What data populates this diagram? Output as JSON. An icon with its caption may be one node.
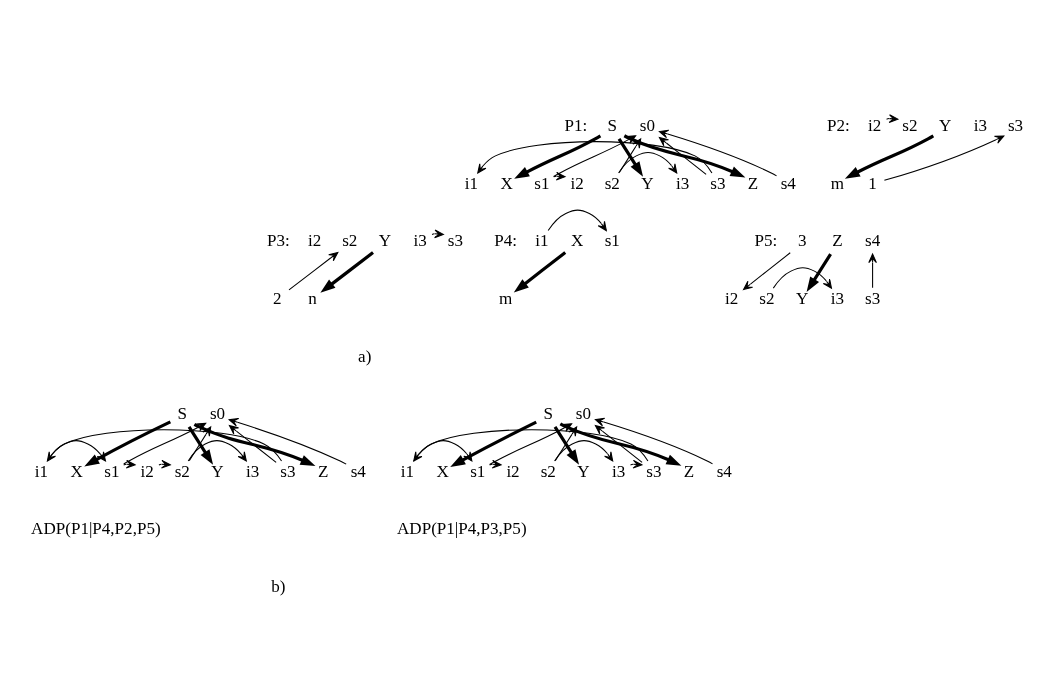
{
  "diagram": {
    "nodes": [
      {
        "text": [
          "S"
        ]
      },
      {
        "text": [
          "s0"
        ]
      },
      {
        "text": [
          "i1"
        ]
      },
      {
        "text": [
          "X"
        ]
      },
      {
        "text": [
          "s1"
        ]
      },
      {
        "text": [
          "i2"
        ]
      },
      {
        "text": [
          "s2"
        ]
      },
      {
        "text": [
          "Y"
        ]
      },
      {
        "text": [
          "i3"
        ]
      },
      {
        "text": [
          "s3"
        ]
      },
      {
        "text": [
          "Z"
        ]
      },
      {
        "text": [
          "s4"
        ]
      },
      {
        "text": [
          "i2"
        ]
      },
      {
        "text": [
          "s2"
        ]
      },
      {
        "text": [
          "Y"
        ]
      },
      {
        "text": [
          "m"
        ]
      },
      {
        "text": [
          "s3"
        ]
      },
      {
        "text": [
          "1"
        ]
      },
      {
        "text": [
          "s2"
        ]
      },
      {
        "text": [
          "Y"
        ]
      },
      {
        "text": [
          "i3"
        ]
      },
      {
        "text": [
          "s3"
        ]
      },
      {
        "text": [
          "2"
        ]
      },
      {
        "text": [
          "n"
        ]
      },
      {
        "text": [
          "i1"
        ]
      },
      {
        "text": [
          "X"
        ]
      },
      {
        "text": [
          "s1"
        ]
      },
      {
        "text": [
          "m"
        ]
      },
      {
        "text": [
          "Z"
        ]
      },
      {
        "text": [
          "s4"
        ]
      },
      {
        "text": [
          "3"
        ]
      },
      {
        "text": [
          "i2"
        ]
      },
      {
        "text": [
          "s2"
        ]
      },
      {
        "text": [
          "Y"
        ]
      },
      {
        "text": [
          "i3"
        ]
      },
      {
        "text": [
          "s3"
        ]
      },
      {
        "text": [
          "S"
        ]
      },
      {
        "text": [
          "s0"
        ]
      },
      {
        "text": [
          "i1"
        ]
      },
      {
        "text": [
          "X"
        ]
      },
      {
        "text": [
          "s1"
        ]
      },
      {
        "text": [
          "i2"
        ]
      },
      {
        "text": [
          "s2"
        ]
      },
      {
        "text": [
          "Y"
        ]
      },
      {
        "text": [
          "i3"
        ]
      },
      {
        "text": [
          "s3"
        ]
      },
      {
        "text": [
          "Z"
        ]
      },
      {
        "text": [
          "s4"
        ]
      },
      {
        "text": [
          "S"
        ]
      },
      {
        "text": [
          "s0"
        ]
      },
      {
        "text": [
          "i1"
        ]
      },
      {
        "text": [
          "X"
        ]
      },
      {
        "text": [
          "s1"
        ]
      },
      {
        "text": [
          "i2"
        ]
      },
      {
        "text": [
          "s2"
        ]
      },
      {
        "text": [
          "Y"
        ]
      },
      {
        "text": [
          "i3"
        ]
      },
      {
        "text": [
          "s3"
        ]
      },
      {
        "text": [
          "Z"
        ]
      },
      {
        "text": [
          "s4"
        ]
      }
    ],
    "edges": [
      {
        "from": 0,
        "to": 3,
        "arrow": "to",
        "style": "thick"
      },
      {
        "from": 0,
        "to": 7,
        "arrow": "to",
        "style": "thick"
      },
      {
        "from": 0,
        "to": 10,
        "arrow": "to",
        "style": "thick"
      },
      {
        "from": 4,
        "to": 1,
        "arrow": "to"
      },
      {
        "from": 6,
        "to": 1,
        "arrow": "to"
      },
      {
        "from": 9,
        "to": 1,
        "arrow": "to"
      },
      {
        "from": 11,
        "to": 1,
        "arrow": "to"
      },
      {
        "from": 4,
        "to": 5,
        "arrow": "to"
      },
      {
        "from": 6,
        "to": 8,
        "arrow": "to"
      },
      {
        "from": 9,
        "to": 2,
        "arrow": "to"
      },
      {
        "from": 12,
        "to": 13,
        "arrow": "to"
      },
      {
        "from": 14,
        "to": 15,
        "arrow": "to",
        "style": "thick"
      },
      {
        "from": 17,
        "to": 16,
        "arrow": "to"
      },
      {
        "from": 22,
        "to": 18,
        "arrow": "to"
      },
      {
        "from": 19,
        "to": 23,
        "arrow": "to",
        "style": "thick"
      },
      {
        "from": 20,
        "to": 21,
        "arrow": "to"
      },
      {
        "from": 24,
        "to": 26,
        "arrow": "to"
      },
      {
        "from": 25,
        "to": 27,
        "arrow": "to",
        "style": "thick"
      },
      {
        "from": 30,
        "to": 31,
        "arrow": "to"
      },
      {
        "from": 28,
        "to": 33,
        "arrow": "to",
        "style": "thick"
      },
      {
        "from": 35,
        "to": 29,
        "arrow": "to"
      },
      {
        "from": 32,
        "to": 34,
        "arrow": "to"
      },
      {
        "from": 36,
        "to": 39,
        "arrow": "to",
        "style": "thick"
      },
      {
        "from": 36,
        "to": 43,
        "arrow": "to",
        "style": "thick"
      },
      {
        "from": 36,
        "to": 46,
        "arrow": "to",
        "style": "thick"
      },
      {
        "from": 40,
        "to": 37,
        "arrow": "to"
      },
      {
        "from": 42,
        "to": 37,
        "arrow": "to"
      },
      {
        "from": 45,
        "to": 37,
        "arrow": "to"
      },
      {
        "from": 47,
        "to": 37,
        "arrow": "to"
      },
      {
        "from": 38,
        "to": 40,
        "arrow": "to"
      },
      {
        "from": 40,
        "to": 41,
        "arrow": "to"
      },
      {
        "from": 41,
        "to": 42,
        "arrow": "to"
      },
      {
        "from": 42,
        "to": 44,
        "arrow": "to"
      },
      {
        "from": 45,
        "to": 38,
        "arrow": "to"
      },
      {
        "from": 48,
        "to": 51,
        "arrow": "to",
        "style": "thick"
      },
      {
        "from": 48,
        "to": 55,
        "arrow": "to",
        "style": "thick"
      },
      {
        "from": 48,
        "to": 58,
        "arrow": "to",
        "style": "thick"
      },
      {
        "from": 52,
        "to": 49,
        "arrow": "to"
      },
      {
        "from": 54,
        "to": 49,
        "arrow": "to"
      },
      {
        "from": 57,
        "to": 49,
        "arrow": "to"
      },
      {
        "from": 59,
        "to": 49,
        "arrow": "to"
      },
      {
        "from": 50,
        "to": 52,
        "arrow": "to"
      },
      {
        "from": 52,
        "to": 53,
        "arrow": "to"
      },
      {
        "from": 54,
        "to": 56,
        "arrow": "to"
      },
      {
        "from": 56,
        "to": 57,
        "arrow": "to"
      },
      {
        "from": 57,
        "to": 50,
        "arrow": "to"
      }
    ],
    "labels": [
      "P1:",
      "P2:",
      "i3",
      "P3:",
      "i2",
      "P4:",
      "P5:",
      "a)",
      "ADP(P1|P4,P2,P5)",
      "ADP(P1|P4,P3,P5)",
      "b)"
    ]
  }
}
